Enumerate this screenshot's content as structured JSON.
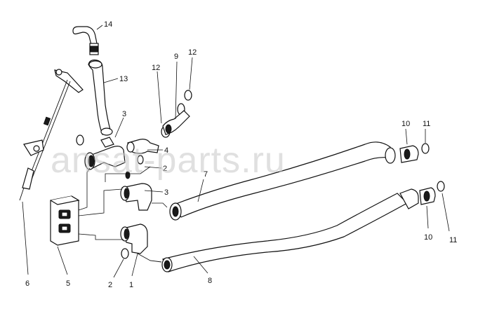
{
  "watermark": "ansat-parts.ru",
  "callouts": [
    "14",
    "13",
    "12",
    "9",
    "12",
    "3",
    "4",
    "2",
    "3",
    "7",
    "10",
    "11",
    "10",
    "11",
    "6",
    "5",
    "2",
    "1",
    "8"
  ]
}
